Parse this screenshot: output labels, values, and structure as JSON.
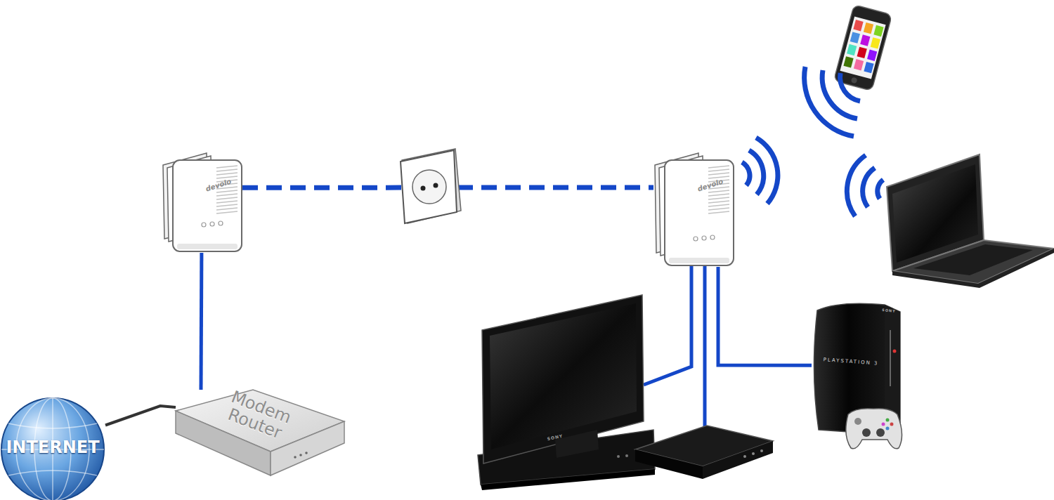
{
  "diagram": {
    "nodes": [
      {
        "text": [
          "INTERNET"
        ]
      },
      {
        "text": [
          "Modem Router"
        ]
      },
      {
        "text": [
          "devolo"
        ]
      },
      {
        "text": [
          "devolo"
        ]
      },
      {
        "text": [
          "PLAYSTATION 3"
        ]
      }
    ],
    "edges": [
      {
        "from": 0,
        "to": 1,
        "arrow": "none"
      },
      {
        "from": 1,
        "to": 2,
        "arrow": "none"
      },
      {
        "from": 2,
        "to": 3,
        "arrow": "none"
      },
      {
        "from": 3,
        "to": 4,
        "arrow": "none"
      }
    ],
    "labels": [
      "SONY",
      "SONY"
    ]
  }
}
